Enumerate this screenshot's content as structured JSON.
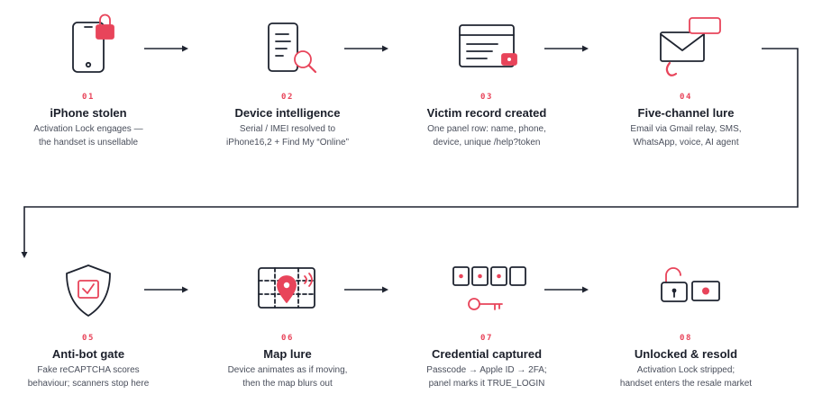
{
  "steps": [
    {
      "num": "01",
      "title": "iPhone stolen",
      "desc": [
        "Activation Lock engages —",
        "the handset is unsellable"
      ],
      "icon": "phone-lock-icon"
    },
    {
      "num": "02",
      "title": "Device intelligence",
      "desc": [
        "Serial / IMEI resolved to",
        "iPhone16,2 + Find My “Online”"
      ],
      "icon": "document-search-icon"
    },
    {
      "num": "03",
      "title": "Victim record created",
      "desc": [
        "One panel row: name, phone,",
        "device, unique /help?token"
      ],
      "icon": "browser-record-icon"
    },
    {
      "num": "04",
      "title": "Five-channel lure",
      "desc": [
        "Email via Gmail relay, SMS,",
        "WhatsApp, voice, AI agent"
      ],
      "icon": "mail-phone-icon"
    },
    {
      "num": "05",
      "title": "Anti-bot gate",
      "desc": [
        "Fake reCAPTCHA scores",
        "behaviour; scanners stop here"
      ],
      "icon": "shield-check-icon"
    },
    {
      "num": "06",
      "title": "Map lure",
      "desc": [
        "Device animates as if moving,",
        "then the map blurs out"
      ],
      "icon": "map-pin-icon"
    },
    {
      "num": "07",
      "title": "Credential captured",
      "desc": [
        "Passcode → Apple ID → 2FA;",
        "panel marks it TRUE_LOGIN"
      ],
      "icon": "passcode-key-icon"
    },
    {
      "num": "08",
      "title": "Unlocked & resold",
      "desc": [
        "Activation Lock stripped;",
        "handset enters the resale market"
      ],
      "icon": "unlock-icon"
    }
  ],
  "colors": {
    "ink": "#1f2430",
    "accent": "#e8445a",
    "muted": "#4a4f5c"
  }
}
